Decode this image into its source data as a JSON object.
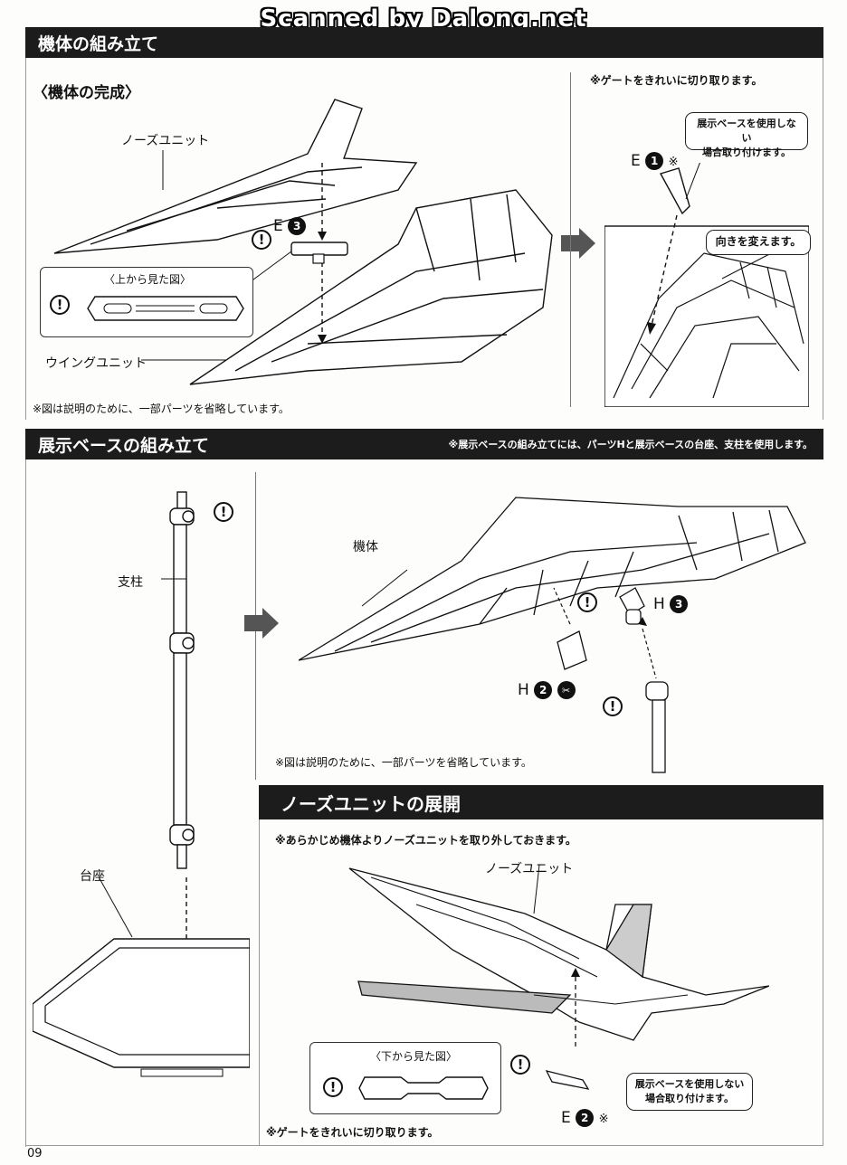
{
  "watermark": "Scanned by Dalong.net",
  "section1": {
    "title": "機体の組み立て",
    "subtitle": "〈機体の完成〉",
    "label_nose": "ノーズユニット",
    "label_wing": "ウイングユニット",
    "top_view_label": "〈上から見た図〉",
    "part_e3_letter": "E",
    "part_e3_num": "3",
    "note": "※図は説明のために、一部パーツを省略しています。",
    "gate_note": "※ゲートをきれいに切り取ります。",
    "callout_base": "展示ベースを使用しない\n場合取り付けます。",
    "part_e1_letter": "E",
    "part_e1_num": "1",
    "part_e1_mark": "※",
    "callout_turn": "向きを変えます。"
  },
  "section2": {
    "title": "展示ベースの組み立て",
    "header_note": "※展示ベースの組み立てには、パーツHと展示ベースの台座、支柱を使用します。",
    "label_pillar": "支柱",
    "label_base": "台座",
    "label_body": "機体",
    "part_h3_letter": "H",
    "part_h3_num": "3",
    "part_h2_letter": "H",
    "part_h2_num": "2",
    "note": "※図は説明のために、一部パーツを省略しています。"
  },
  "section3": {
    "title": "ノーズユニットの展開",
    "note_top": "※あらかじめ機体よりノーズユニットを取り外しておきます。",
    "label_nose": "ノーズユニット",
    "bottom_view_label": "〈下から見た図〉",
    "callout_base": "展示ベースを使用しない\n場合取り付けます。",
    "part_e2_letter": "E",
    "part_e2_num": "2",
    "part_e2_mark": "※",
    "gate_note": "※ゲートをきれいに切り取ります。"
  },
  "page_number": "09",
  "icons": {
    "warning": "!",
    "arrow_right": "arrow-right-icon"
  }
}
